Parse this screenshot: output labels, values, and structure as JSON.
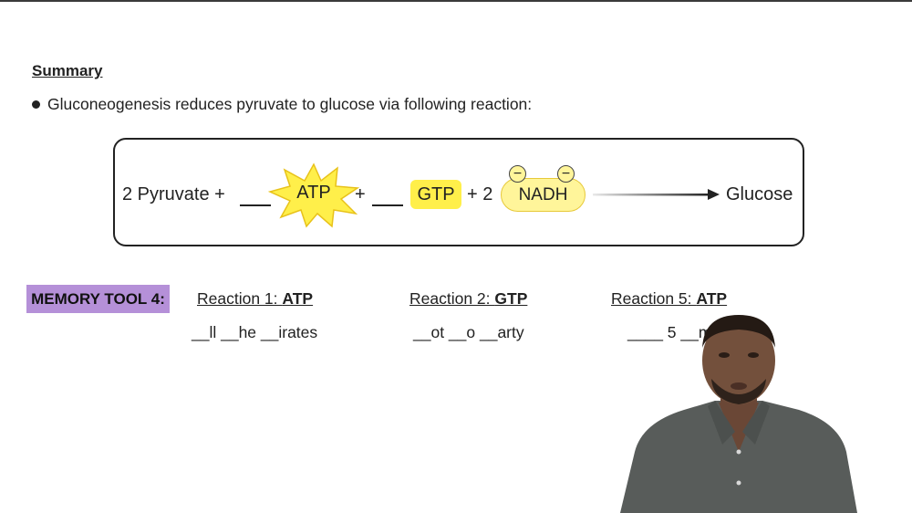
{
  "summary": {
    "heading": "Summary",
    "bullet": "Gluconeogenesis reduces pyruvate to glucose via following reaction:"
  },
  "reaction": {
    "pyruvate": "2 Pyruvate +",
    "atp": "ATP",
    "plus1": "+",
    "gtp": "GTP",
    "plus2": "+ 2",
    "nadh": "NADH",
    "minus": "−",
    "product": "Glucose",
    "colors": {
      "atp_star": "#ffef4a",
      "gtp": "#ffef4a",
      "nadh": "#fff59a"
    }
  },
  "memory_tool": {
    "label": "MEMORY TOOL 4:",
    "color": "#b590d8",
    "reactions": [
      {
        "title": "Reaction 1: ",
        "molecule": "ATP",
        "mnemonic": "__ll __he __irates"
      },
      {
        "title": "Reaction 2: ",
        "molecule": "GTP",
        "mnemonic": "__ot __o __arty"
      },
      {
        "title": "Reaction 5: ",
        "molecule": "ATP",
        "mnemonic": "____ 5 __m"
      }
    ]
  }
}
